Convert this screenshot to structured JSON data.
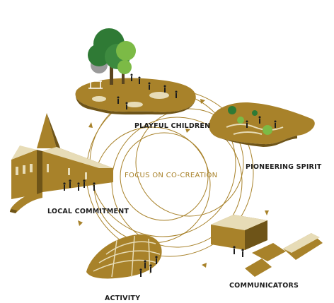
{
  "diagram": {
    "center_label": "FOCUS ON CO-CREATION",
    "nodes": [
      {
        "id": "playful-children",
        "label": "PLAYFUL CHILDREN"
      },
      {
        "id": "pioneering-spirit",
        "label": "PIONEERING SPIRIT"
      },
      {
        "id": "local-commitment",
        "label": "LOCAL COMMITMENT"
      },
      {
        "id": "activity",
        "label": "ACTIVITY"
      },
      {
        "id": "communicators",
        "label": "COMMUNICATORS"
      }
    ],
    "colors": {
      "gold": "#a8822a",
      "gold_light": "#e7dcb7",
      "tree_dark": "#2f7a35",
      "tree_light": "#7cba46",
      "ink": "#1d1d1d"
    }
  }
}
